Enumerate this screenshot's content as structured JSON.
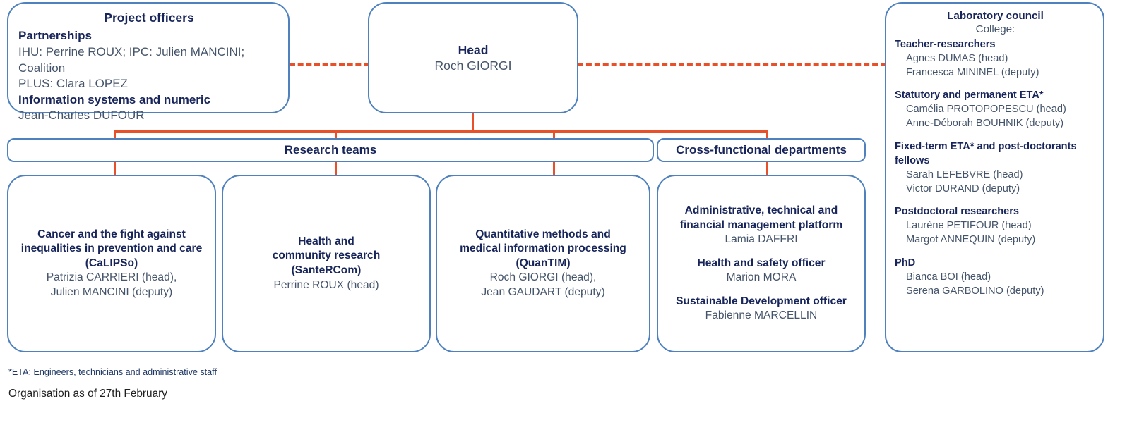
{
  "colors": {
    "box_border": "#4E81BD",
    "connector": "#E8502A",
    "title_text": "#17255A",
    "name_text": "#44546A"
  },
  "project_officers": {
    "heading": "Project officers",
    "sections": [
      {
        "label": "Partnerships",
        "lines": [
          "IHU: Perrine ROUX; IPC: Julien MANCINI; Coalition",
          "PLUS: Clara LOPEZ"
        ]
      },
      {
        "label": "Information systems and numeric",
        "lines": [
          "Jean-Charles DUFOUR"
        ]
      }
    ]
  },
  "head": {
    "title": "Head",
    "person": "Roch GIORGI"
  },
  "lab_council": {
    "title": "Laboratory council",
    "subtitle": "College:",
    "groups": [
      {
        "name": "Teacher-researchers",
        "members": [
          "Agnes DUMAS (head)",
          "Francesca MININEL (deputy)"
        ]
      },
      {
        "name": "Statutory and permanent ETA*",
        "members": [
          "Camélia PROTOPOPESCU (head)",
          "Anne-Déborah BOUHNIK (deputy)"
        ]
      },
      {
        "name": "Fixed-term ETA* and post-doctorants fellows",
        "members": [
          "Sarah LEFEBVRE (head)",
          "Victor DURAND (deputy)"
        ]
      },
      {
        "name": "Postdoctoral researchers",
        "members": [
          "Laurène PETIFOUR (head)",
          "Margot ANNEQUIN (deputy)"
        ]
      },
      {
        "name": "PhD",
        "members": [
          "Bianca BOI (head)",
          "Serena GARBOLINO (deputy)"
        ]
      }
    ]
  },
  "bars": {
    "research_teams": "Research teams",
    "cross_functional": "Cross-functional  departments"
  },
  "teams": [
    {
      "title_lines": [
        "Cancer and the fight against",
        "inequalities in prevention and care",
        "(CaLIPSo)"
      ],
      "people": [
        "Patrizia CARRIERI (head),",
        "Julien MANCINI (deputy)"
      ]
    },
    {
      "title_lines": [
        "Health and",
        "community research",
        "(SanteRCom)"
      ],
      "people": [
        "Perrine ROUX (head)"
      ]
    },
    {
      "title_lines": [
        "Quantitative methods and",
        "medical information processing",
        "(QuanTIM)"
      ],
      "people": [
        "Roch GIORGI (head),",
        "Jean GAUDART (deputy)"
      ]
    }
  ],
  "departments": [
    {
      "title_lines": [
        "Administrative, technical and",
        "financial management platform"
      ],
      "people": [
        "Lamia DAFFRI"
      ]
    },
    {
      "title_lines": [
        "Health and safety officer"
      ],
      "people": [
        "Marion MORA"
      ]
    },
    {
      "title_lines": [
        "Sustainable Development officer"
      ],
      "people": [
        "Fabienne MARCELLIN"
      ]
    }
  ],
  "footnotes": {
    "eta": "*ETA:  Engineers, technicians and administrative staff",
    "date": "Organisation as of 27th February"
  }
}
